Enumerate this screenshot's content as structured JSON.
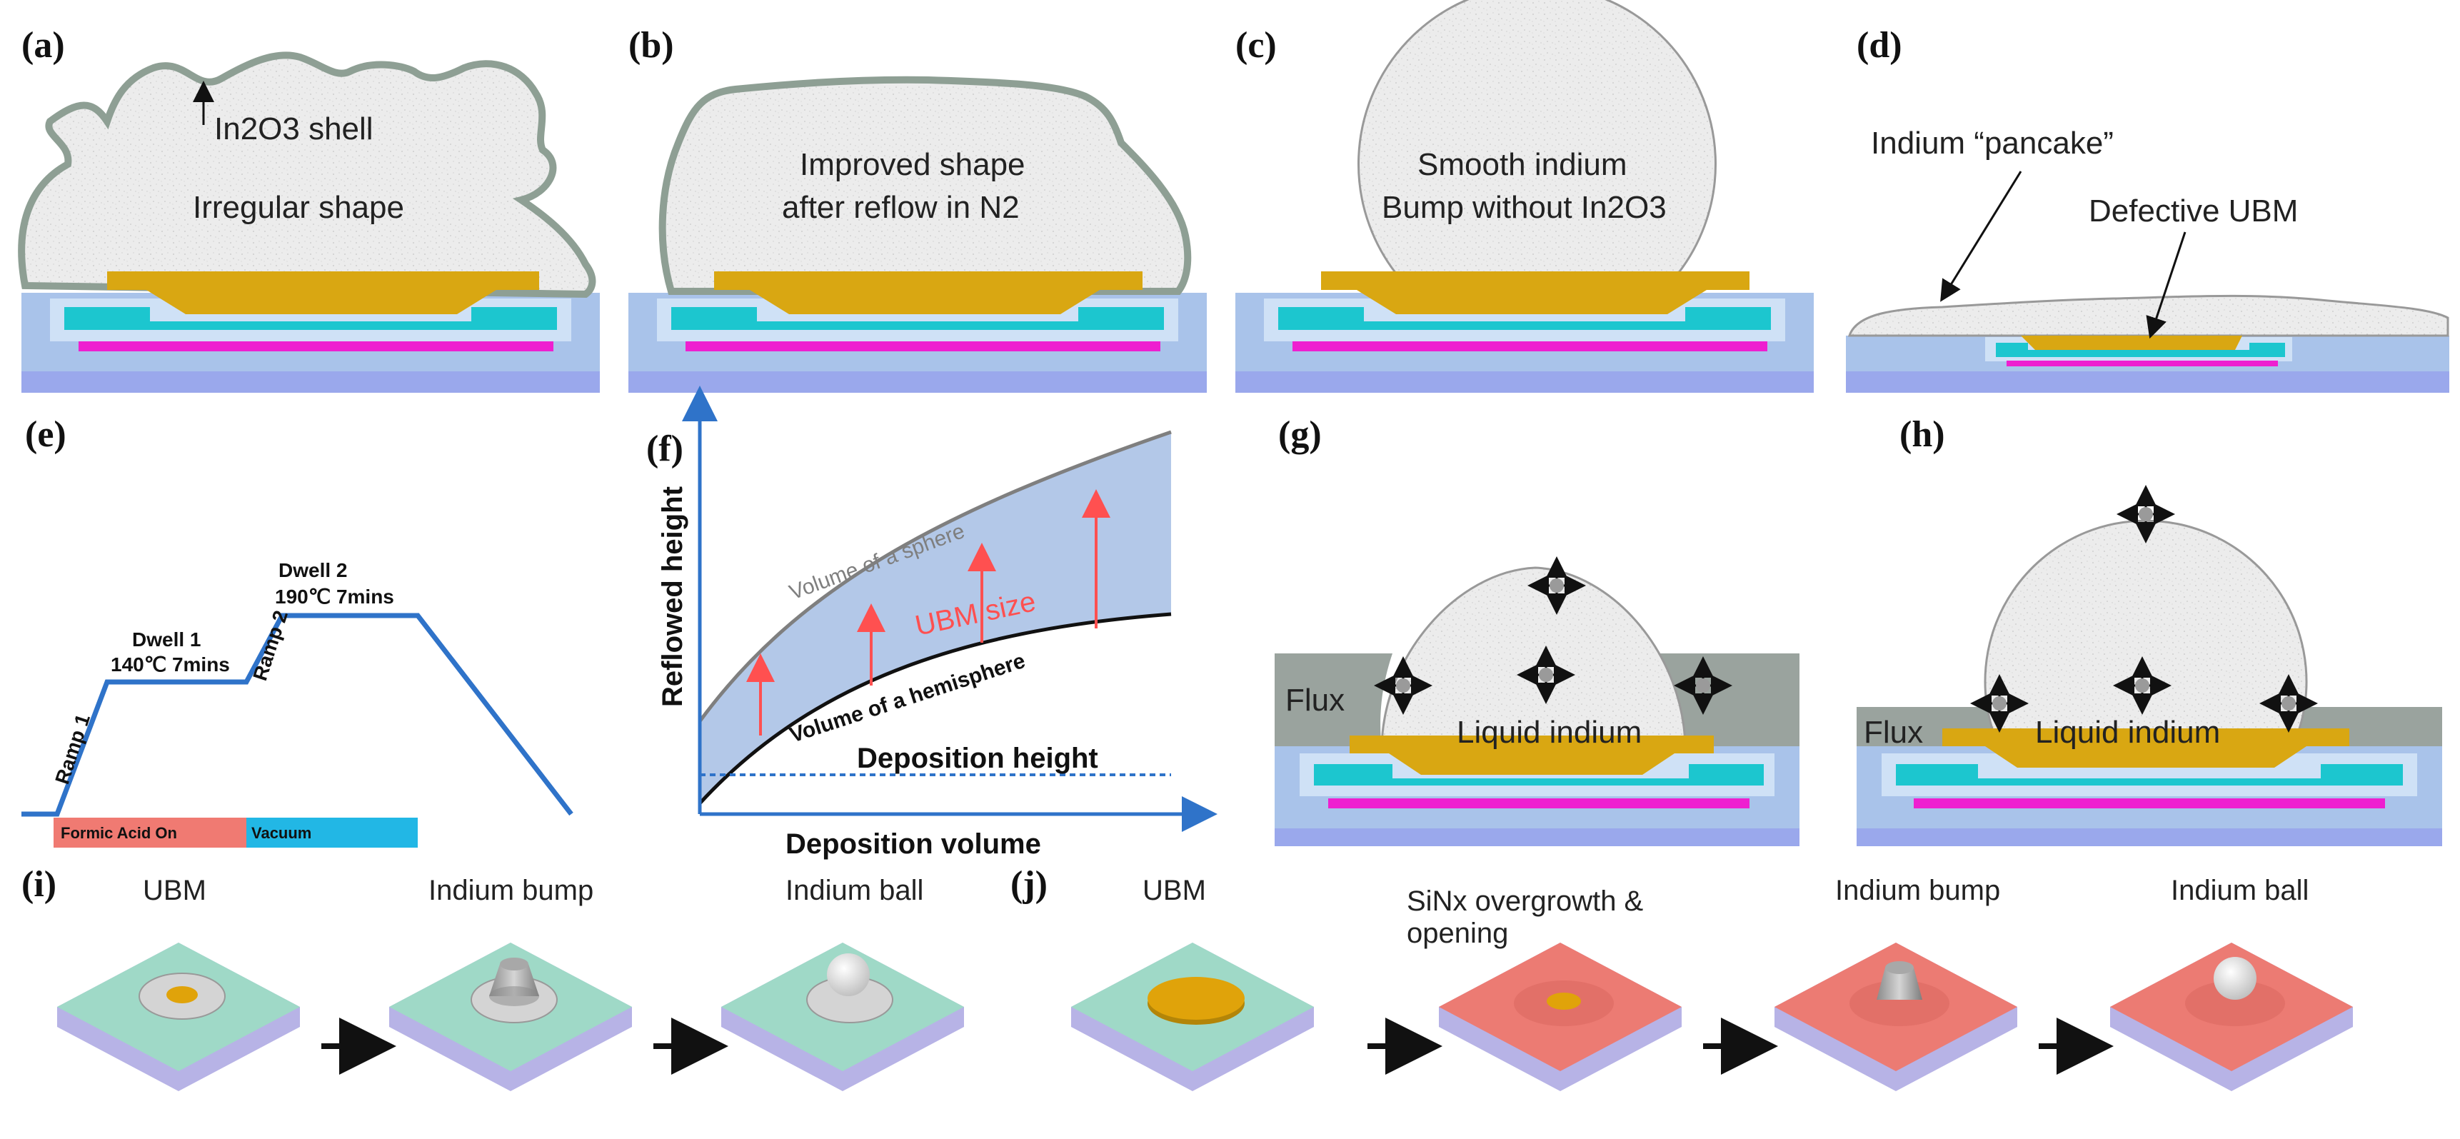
{
  "panels": {
    "a": {
      "label": "(a)",
      "annotations": [
        "In2O3 shell",
        "Irregular shape"
      ]
    },
    "b": {
      "label": "(b)",
      "annotations": [
        "Improved shape",
        "after reflow in N2"
      ]
    },
    "c": {
      "label": "(c)",
      "annotations": [
        "Smooth indium",
        "Bump without In2O3"
      ]
    },
    "d": {
      "label": "(d)",
      "annotations": [
        "Indium “pancake”",
        "Defective UBM"
      ]
    },
    "e": {
      "label": "(e)",
      "steps": [
        "Ramp 1",
        "Dwell 1",
        "140℃ 7mins",
        "Ramp 2",
        "Dwell 2",
        "190℃ 7mins"
      ],
      "phases": [
        "Formic Acid On",
        "Vacuum"
      ]
    },
    "f": {
      "label": "(f)",
      "xlabel": "Deposition volume",
      "ylabel": "Reflowed height",
      "curves": [
        "Volume of a sphere",
        "Volume of a hemisphere",
        "Deposition height"
      ],
      "arrow_label": "UBM size"
    },
    "g": {
      "label": "(g)",
      "annotations": [
        "Flux",
        "Liquid indium"
      ]
    },
    "h": {
      "label": "(h)",
      "annotations": [
        "Flux",
        "Liquid indium"
      ]
    },
    "i": {
      "label": "(i)",
      "steps": [
        "UBM",
        "Indium bump",
        "Indium ball"
      ]
    },
    "j": {
      "label": "(j)",
      "steps": [
        "UBM",
        "SiNx overgrowth &",
        "opening",
        "Indium bump",
        "Indium ball"
      ]
    }
  },
  "colors": {
    "substrate": "#a9c3ea",
    "substrate_bottom": "#9aa8ec",
    "passivation": "#cfe1f6",
    "cyan_layer": "#1cc6cf",
    "magenta_line": "#ee1fd0",
    "ubm_gold": "#d9a712",
    "indium": "#ebebeb",
    "oxide_shell": "#8e9f94",
    "flux": "#9aa39e",
    "profile_line": "#2f73c9",
    "formic_bar": "#f07a72",
    "vacuum_bar": "#22b7e5",
    "area_fill": "#b3c8e8",
    "red_arrow": "#ff5050",
    "teal_plate": "#9fd9c7",
    "pink_plate": "#ec7b73",
    "plate_bottom": "#b7b3e6"
  }
}
